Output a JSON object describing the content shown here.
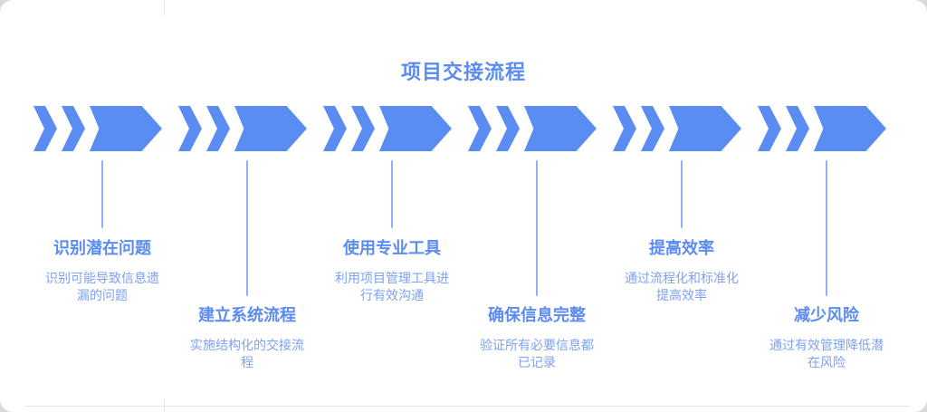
{
  "page": {
    "title": "项目交接流程"
  },
  "colors": {
    "accent": "#5b8cf2",
    "body_text": "#7da1f4",
    "connector": "#8fb0f5",
    "faint_line": "#f3e2e2",
    "card_background": "#ffffff"
  },
  "diagram": {
    "type": "horizontal-process-flow",
    "arrow_icon": "triple-chevron-right",
    "step_count": 6
  },
  "steps": [
    {
      "heading": "识别潜在问题",
      "body": "识别可能导致信息遗\n漏的问题",
      "position": "top"
    },
    {
      "heading": "建立系统流程",
      "body": "实施结构化的交接流\n程",
      "position": "bottom"
    },
    {
      "heading": "使用专业工具",
      "body": "利用项目管理工具进\n行有效沟通",
      "position": "top"
    },
    {
      "heading": "确保信息完整",
      "body": "验证所有必要信息都\n已记录",
      "position": "bottom"
    },
    {
      "heading": "提高效率",
      "body": "通过流程化和标准化\n提高效率",
      "position": "top"
    },
    {
      "heading": "减少风险",
      "body": "通过有效管理降低潜\n在风险",
      "position": "bottom"
    }
  ]
}
